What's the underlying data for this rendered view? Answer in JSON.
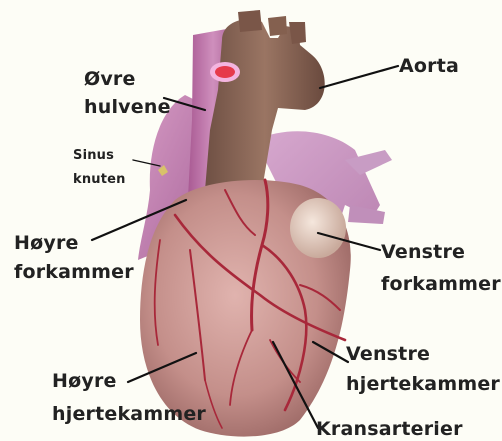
{
  "labels": {
    "ovre_hulvene": [
      "Øvre",
      "hulvene"
    ],
    "sinusknuten": [
      "Sinus",
      "knuten"
    ],
    "hoyre_forkammer": [
      "Høyre",
      "forkammer"
    ],
    "hoyre_hjertekammer": [
      "Høyre",
      "hjertekammer"
    ],
    "aorta": "Aorta",
    "venstre_forkammer": [
      "Venstre",
      "forkammer"
    ],
    "venstre_hjertekammer": [
      "Venstre",
      "hjertekammer"
    ],
    "kransarterier": "Kransarterier"
  },
  "colors": {
    "vena_cava": "#c77fb2",
    "atrium": "#c98cb6",
    "aorta": "#8e6a5a",
    "ventricle": "#c79894",
    "left_atrium": "#e8d4c8",
    "coronary": "#b0323a",
    "leader_line": "#111111"
  }
}
